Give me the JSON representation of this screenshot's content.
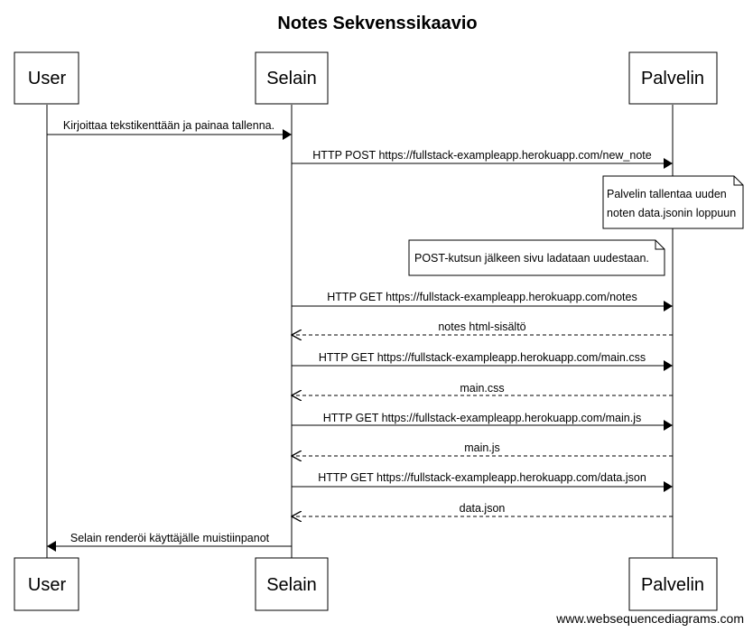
{
  "title": "Notes Sekvenssikaavio",
  "actors": [
    {
      "id": "user",
      "label": "User"
    },
    {
      "id": "selain",
      "label": "Selain"
    },
    {
      "id": "palvelin",
      "label": "Palvelin"
    }
  ],
  "messages": [
    {
      "from": "user",
      "to": "selain",
      "text": "Kirjoittaa tekstikenttään ja painaa tallenna.",
      "dashed": false
    },
    {
      "from": "selain",
      "to": "palvelin",
      "text": "HTTP POST https://fullstack-exampleapp.herokuapp.com/new_note",
      "dashed": false
    },
    {
      "from": "selain",
      "to": "palvelin",
      "text": "HTTP GET https://fullstack-exampleapp.herokuapp.com/notes",
      "dashed": false
    },
    {
      "from": "palvelin",
      "to": "selain",
      "text": "notes html-sisältö",
      "dashed": true
    },
    {
      "from": "selain",
      "to": "palvelin",
      "text": "HTTP GET https://fullstack-exampleapp.herokuapp.com/main.css",
      "dashed": false
    },
    {
      "from": "palvelin",
      "to": "selain",
      "text": "main.css",
      "dashed": true
    },
    {
      "from": "selain",
      "to": "palvelin",
      "text": "HTTP GET https://fullstack-exampleapp.herokuapp.com/main.js",
      "dashed": false
    },
    {
      "from": "palvelin",
      "to": "selain",
      "text": "main.js",
      "dashed": true
    },
    {
      "from": "selain",
      "to": "palvelin",
      "text": "HTTP GET https://fullstack-exampleapp.herokuapp.com/data.json",
      "dashed": false
    },
    {
      "from": "palvelin",
      "to": "selain",
      "text": "data.json",
      "dashed": true
    },
    {
      "from": "selain",
      "to": "user",
      "text": "Selain renderöi käyttäjälle muistiinpanot",
      "dashed": false
    }
  ],
  "notes": [
    {
      "lines": [
        "Palvelin tallentaa uuden",
        "noten data.jsonin loppuun"
      ]
    },
    {
      "lines": [
        "POST-kutsun jälkeen sivu ladataan uudestaan."
      ]
    }
  ],
  "footer": "www.websequencediagrams.com"
}
